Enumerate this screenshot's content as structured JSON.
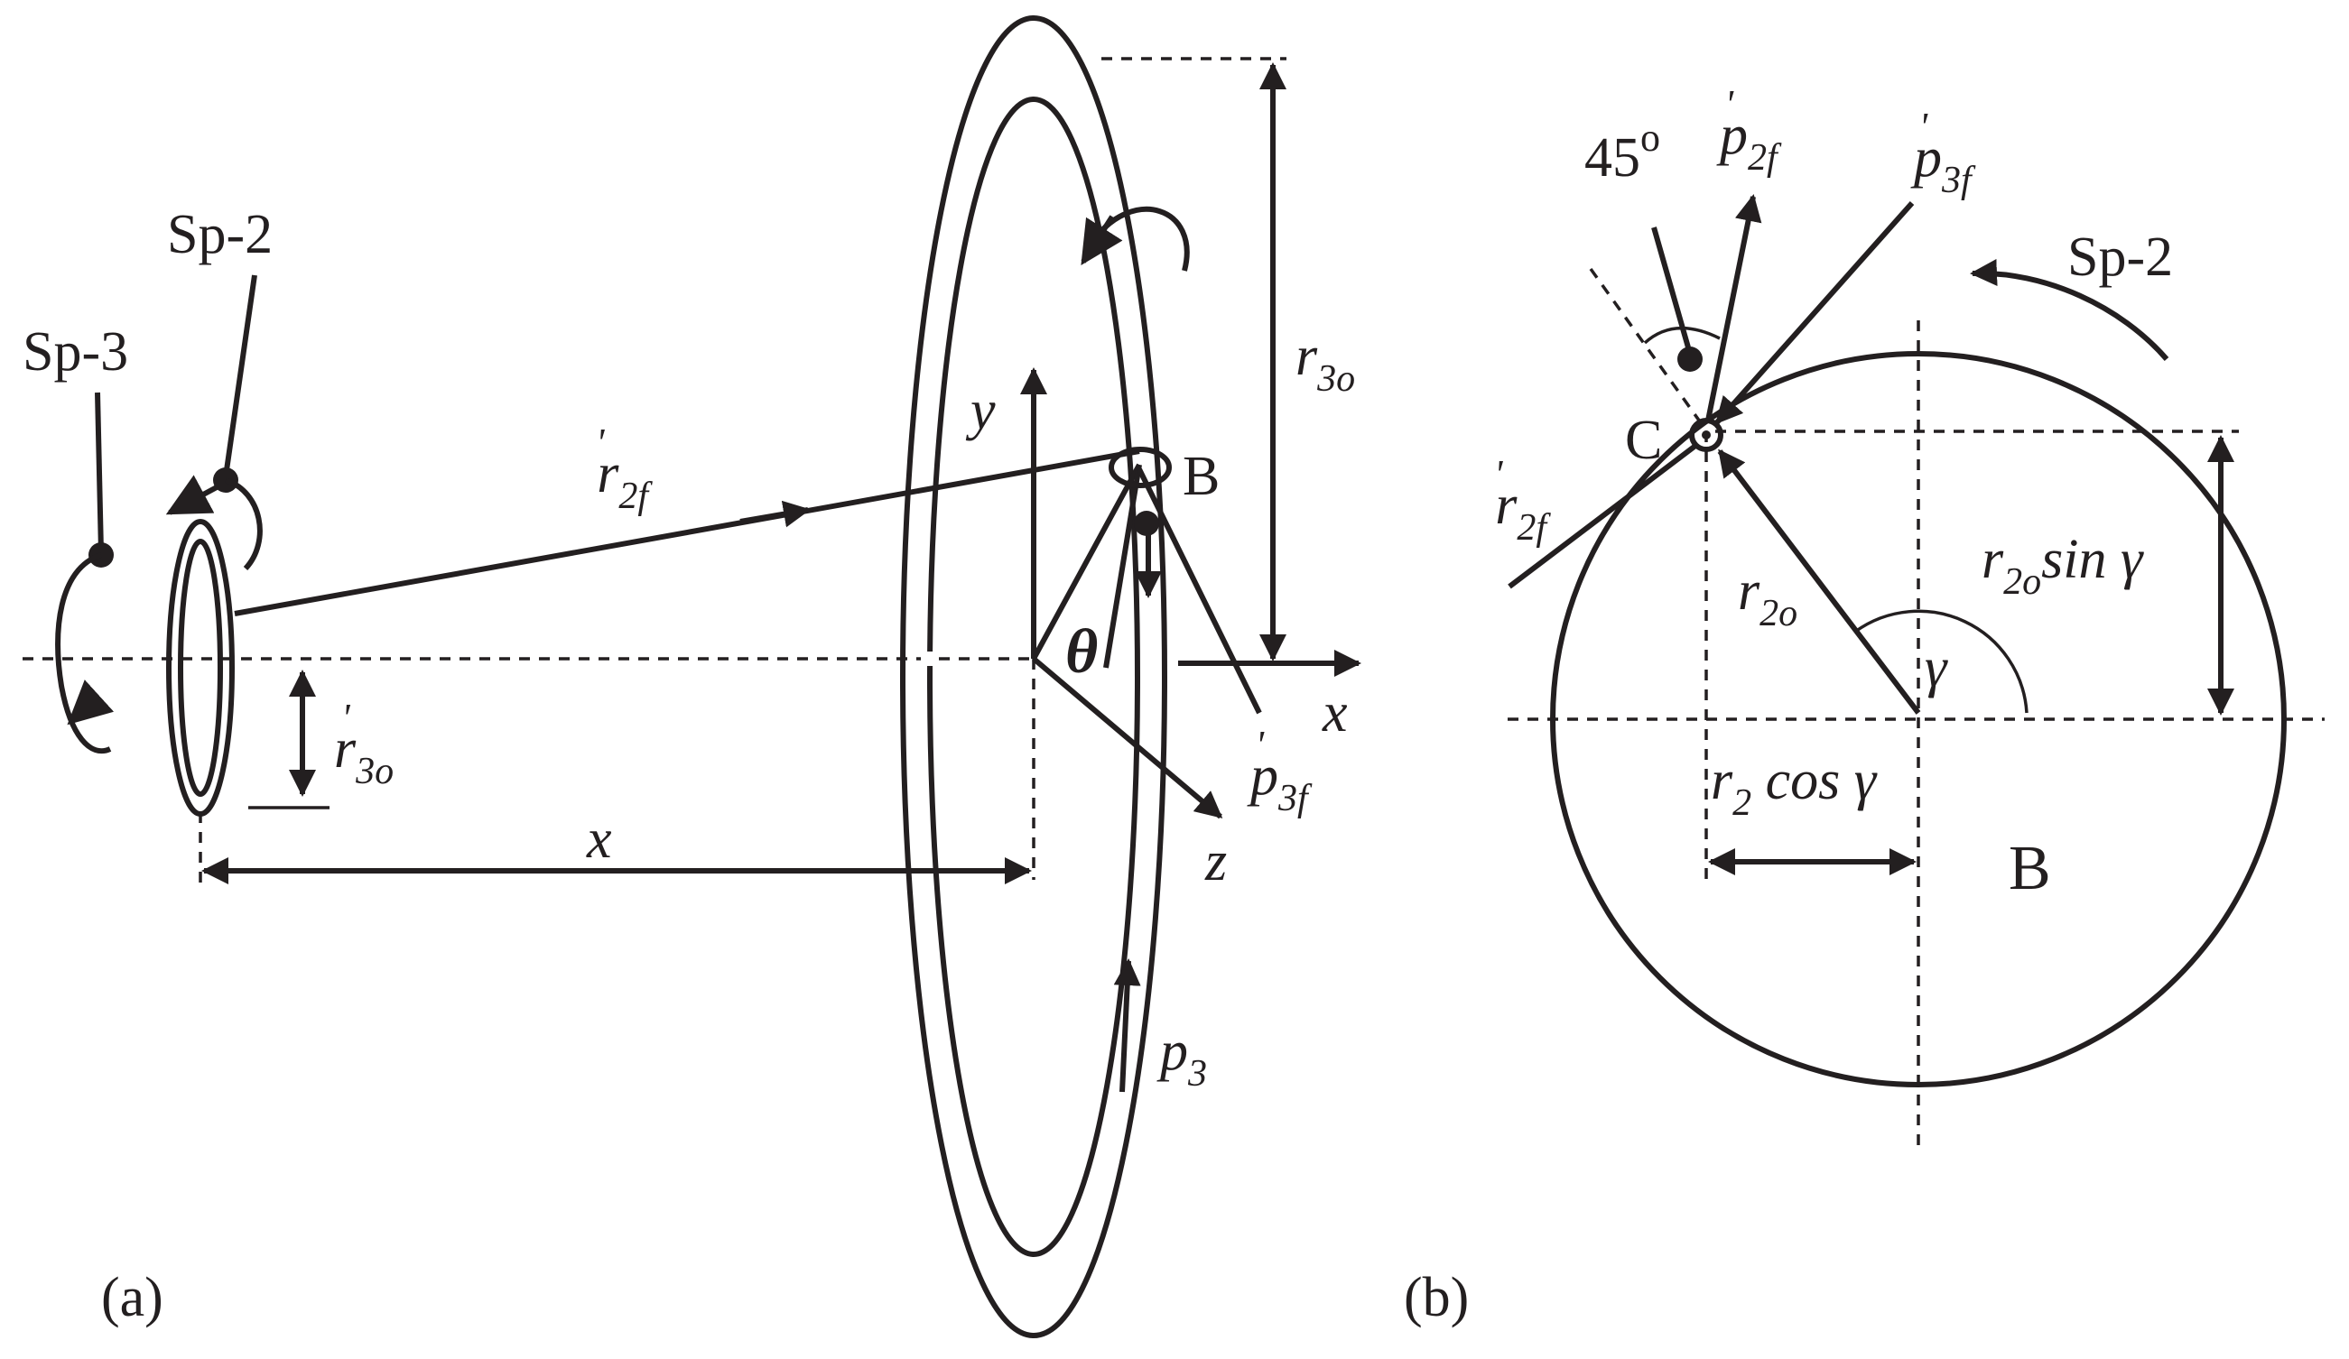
{
  "panel_a": {
    "panel_label": "(a)",
    "sp3": "Sp-3",
    "sp2": "Sp-2",
    "r2f": {
      "base": "r",
      "sub": "2f",
      "sup": "'"
    },
    "r3o_prime": {
      "base": "r",
      "sub": "3o",
      "sup": "'"
    },
    "r3o": {
      "base": "r",
      "sub": "3o"
    },
    "x_distance": "x",
    "axis_y": "y",
    "axis_x": "x",
    "axis_z": "z",
    "theta": "θ",
    "point_b": "B",
    "p3f": {
      "base": "p",
      "sub": "3f",
      "sup": "'"
    },
    "p3": {
      "base": "p",
      "sub": "3"
    }
  },
  "panel_b": {
    "panel_label": "(b)",
    "angle_45": "45",
    "degree": "o",
    "p2f": {
      "base": "p",
      "sub": "2f",
      "sup": "'"
    },
    "p3f": {
      "base": "p",
      "sub": "3f",
      "sup": "'"
    },
    "sp2": "Sp-2",
    "point_c": "C",
    "r2f": {
      "base": "r",
      "sub": "2f",
      "sup": "'"
    },
    "r2o": {
      "base": "r",
      "sub": "2o"
    },
    "r2o_sin": {
      "base": "r",
      "sub": "2o",
      "rest": "sin γ"
    },
    "gamma": "γ",
    "r2_cos": {
      "base": "r",
      "sub": "2",
      "rest": " cos γ"
    },
    "point_b": "B"
  }
}
